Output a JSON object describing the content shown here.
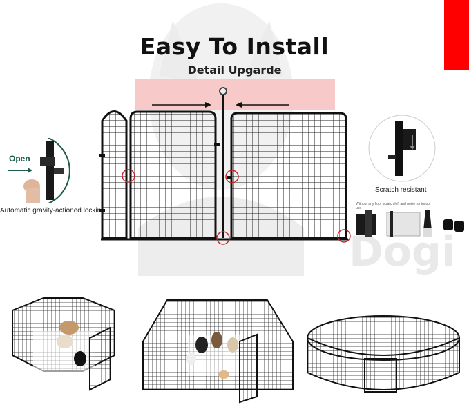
{
  "header": {
    "title": "Easy To Install",
    "subtitle": "Detail Upgarde"
  },
  "features": {
    "lock_callout": {
      "open_label": "Open",
      "caption": "Automatic gravity-actioned locking"
    },
    "scratch_callout": {
      "caption": "Scratch resistant",
      "note": "Without any floor scratch left and noise for indoor use"
    }
  },
  "watermark": {
    "brand_text": "Dogi"
  },
  "colors": {
    "accent": "#ff0000",
    "highlight": "#c62828",
    "fence": "#1a1a1a",
    "teal": "#1b5b4a"
  },
  "product_images": [
    "playpen-octagon-with-dogs",
    "playpen-rectangle-with-dogs",
    "playpen-round-large"
  ]
}
